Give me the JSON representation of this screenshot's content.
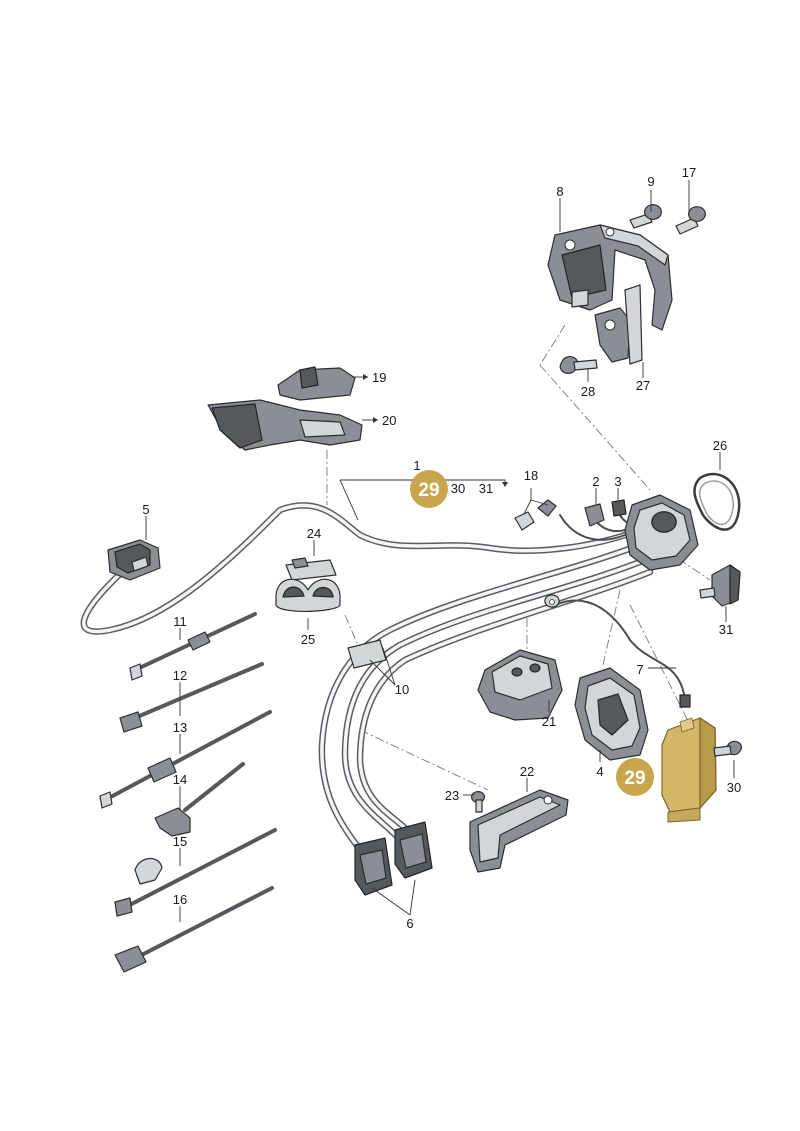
{
  "callouts": {
    "c1": "1",
    "c2": "2",
    "c3": "3",
    "c4": "4",
    "c5": "5",
    "c6": "6",
    "c7": "7",
    "c8": "8",
    "c9": "9",
    "c10": "10",
    "c11": "11",
    "c12": "12",
    "c13": "13",
    "c14": "14",
    "c15": "15",
    "c16": "16",
    "c17": "17",
    "c18": "18",
    "c19": "19",
    "c20": "20",
    "c21": "21",
    "c22": "22",
    "c23": "23",
    "c24": "24",
    "c25": "25",
    "c26": "26",
    "c27": "27",
    "c28": "28",
    "c30_top": "30",
    "c31_top": "31",
    "c30_right": "30",
    "c31_right": "31"
  },
  "badges": {
    "top": "29",
    "bottom": "29"
  },
  "colors": {
    "badge_fill": "#c9a64e",
    "highlight_part": "#d4b668",
    "part_gray": "#8b8f95"
  }
}
